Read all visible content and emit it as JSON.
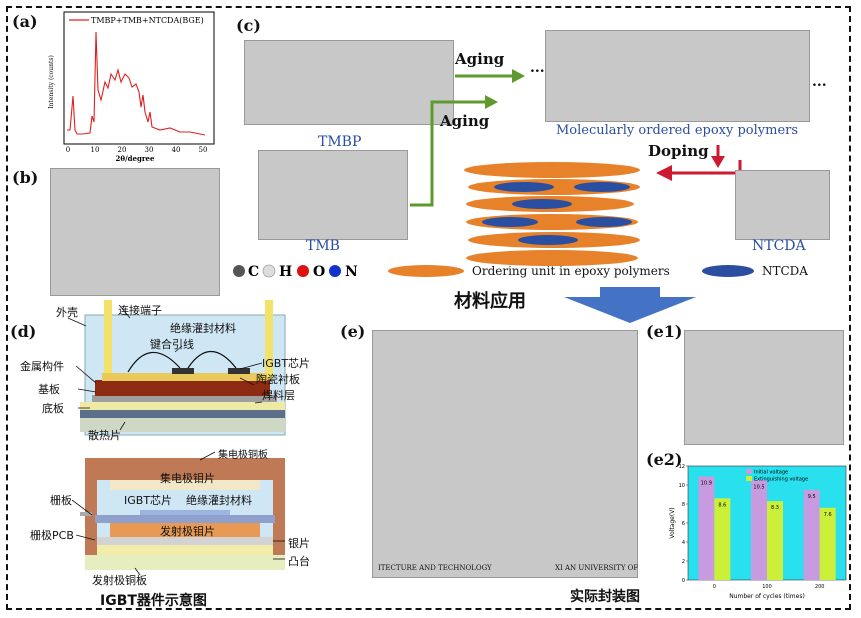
{
  "panels": {
    "a": "(a)",
    "b": "(b)",
    "c": "(c)",
    "d": "(d)",
    "e": "(e)",
    "e1": "(e1)",
    "e2": "(e2)"
  },
  "xrd": {
    "legend": "TMBP+TMB+NTCDA(BGE)",
    "ylabel": "Intensity (counts)",
    "xlabel": "2θ/degree",
    "ticks": [
      "0",
      "10",
      "20",
      "30",
      "40",
      "50"
    ],
    "color": "#e02020"
  },
  "scheme": {
    "aging1": "Aging",
    "aging2": "Aging",
    "doping": "Doping",
    "tmbp": "TMBP",
    "tmb": "TMB",
    "polymer": "Molecularly ordered epoxy polymers",
    "ntcda": "NTCDA",
    "dots1": "...",
    "dots2": "...",
    "atoms": [
      {
        "sym": "C",
        "color": "#555555"
      },
      {
        "sym": "H",
        "color": "#dddddd"
      },
      {
        "sym": "O",
        "color": "#dd1111"
      },
      {
        "sym": "N",
        "color": "#1133cc"
      }
    ],
    "legend_ordering": "Ordering unit in epoxy polymers",
    "legend_ntcda": "NTCDA",
    "orange": "#e8822a",
    "blue": "#2a4ea0"
  },
  "application_arrow": "材料应用",
  "igbt_top": {
    "shell": "外壳",
    "terminal": "连接端子",
    "encap": "绝缘灌封材料",
    "bondwire": "键合引线",
    "chip": "IGBT芯片",
    "metal": "金属构件",
    "ceramic": "陶瓷衬板",
    "substrate": "基板",
    "solder": "焊料层",
    "baseplate": "底板",
    "heatsink": "散热片"
  },
  "igbt_bottom": {
    "collector_plate": "集电极铜板",
    "collector_mo": "集电极钼片",
    "chip": "IGBT芯片",
    "encap": "绝缘灌封材料",
    "gate": "栅板",
    "emitter_mo": "发射极钼片",
    "gate_pcb": "栅极PCB",
    "silver": "银片",
    "boss": "凸台",
    "emitter_plate": "发射极铜板"
  },
  "igbt_caption": "IGBT器件示意图",
  "photo_caption": "实际封装图",
  "photo_e": {
    "banner_left": "ITECTURE AND TECHNOLOGY",
    "banner_right": "XI AN UNIVERSITY OF"
  },
  "chart_data": {
    "type": "bar",
    "categories": [
      "0",
      "100",
      "200"
    ],
    "series": [
      {
        "name": "Initial voltage",
        "values": [
          10.9,
          10.5,
          9.5
        ],
        "color": "#c89be0"
      },
      {
        "name": "Extinguishing voltage",
        "values": [
          8.6,
          8.3,
          7.6
        ],
        "color": "#ccf03a"
      }
    ],
    "xlabel": "Number of cycles (times)",
    "ylabel": "Voltage(V)",
    "ylim": [
      0,
      12
    ],
    "yticks": [
      "0",
      "2",
      "4",
      "6",
      "8",
      "10",
      "12"
    ],
    "background": "#29e0ee",
    "legend_position": "top"
  }
}
